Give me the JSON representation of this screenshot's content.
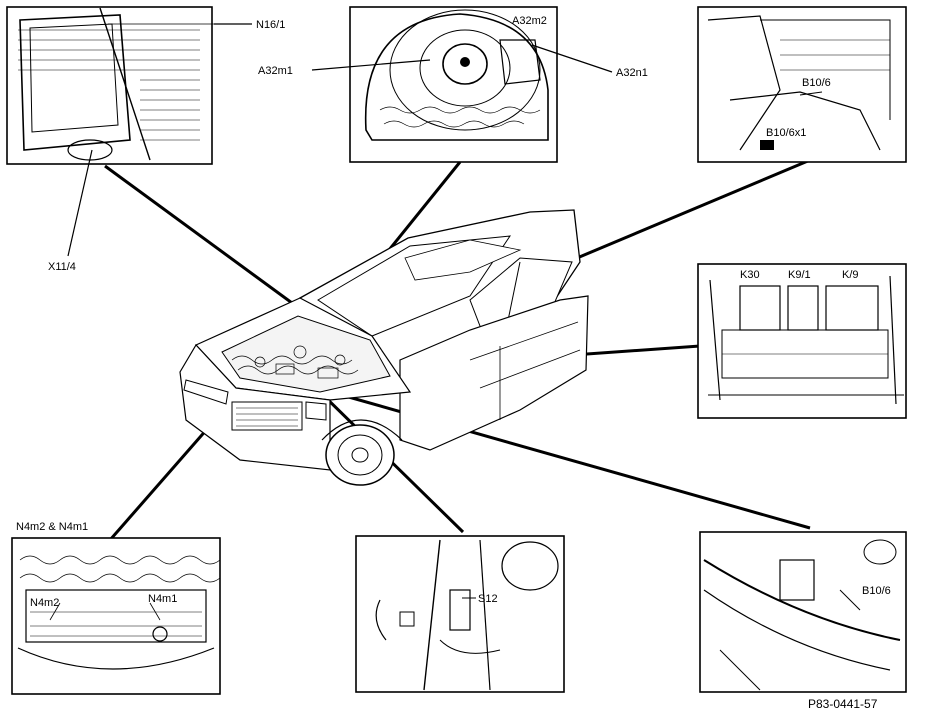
{
  "labels": {
    "n16_1": "N16/1",
    "x11_4": "X11/4",
    "a32m1": "A32m1",
    "a32m2": "A32m2",
    "a32n1": "A32n1",
    "b10_6": "B10/6",
    "b10_6x1": "B10/6x1",
    "k30": "K30",
    "k9_1": "K9/1",
    "k9": "K/9",
    "n4m2_n4m1": "N4m2 & N4m1",
    "n4m2": "N4m2",
    "n4m1": "N4m1",
    "s12": "S12",
    "b10_6_lower": "B10/6"
  },
  "reference": "P83-0441-57"
}
